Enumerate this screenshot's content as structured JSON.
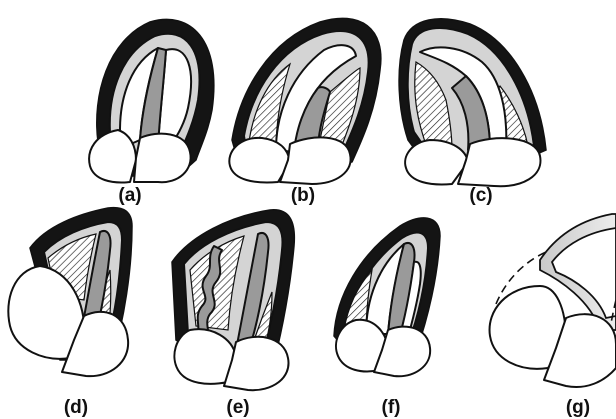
{
  "figure": {
    "panels": [
      {
        "id": "a",
        "label": "(a)"
      },
      {
        "id": "b",
        "label": "(b)"
      },
      {
        "id": "c",
        "label": "(c)"
      },
      {
        "id": "d",
        "label": "(d)"
      },
      {
        "id": "e",
        "label": "(e)"
      },
      {
        "id": "f",
        "label": "(f)"
      },
      {
        "id": "g",
        "label": "(g)"
      }
    ]
  }
}
